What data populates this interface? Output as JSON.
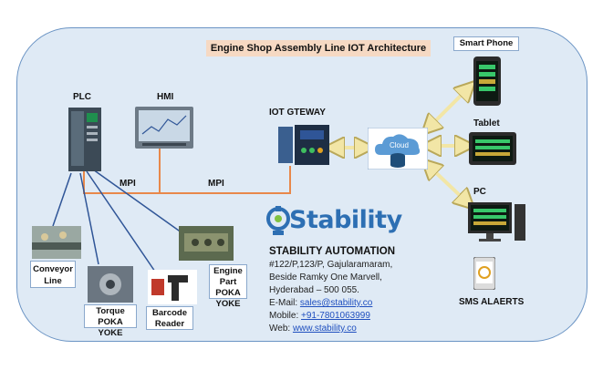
{
  "title": "Engine Shop Assembly Line IOT Architecture",
  "devices": {
    "plc": "PLC",
    "hmi": "HMI",
    "gateway": "IOT GTEWAY",
    "cloud": "Cloud",
    "smartphone": "Smart Phone",
    "tablet": "Tablet",
    "pc": "PC",
    "sms": "SMS ALAERTS"
  },
  "links": {
    "mpi_left": "MPI",
    "mpi_right": "MPI"
  },
  "field_devices": {
    "conveyor": "Conveyor Line",
    "torque": "Torque POKA YOKE",
    "barcode": "Barcode Reader",
    "engine_part": "Engine Part POKA YOKE"
  },
  "company": {
    "logo_text": "Stability",
    "name": "STABILITY AUTOMATION",
    "address_1": "#122/P,123/P, Gajularamaram,",
    "address_2": "Beside Ramky One Marvell,",
    "address_3": "Hyderabad – 500 055.",
    "email_label": "E-Mail: ",
    "email": "sales@stability.co",
    "mobile_label": "Mobile: ",
    "mobile": "+91-7801063999",
    "web_label": "Web: ",
    "web": "www.stability.co"
  },
  "colors": {
    "panel_fill": "#dfeaf5",
    "panel_border": "#6b94c4",
    "title_fill": "#f6d9c3",
    "mpi_cable": "#e8884a",
    "field_lines": "#2f5597",
    "arrows": "#f2e6a6",
    "brand_blue": "#2d6fb3"
  }
}
